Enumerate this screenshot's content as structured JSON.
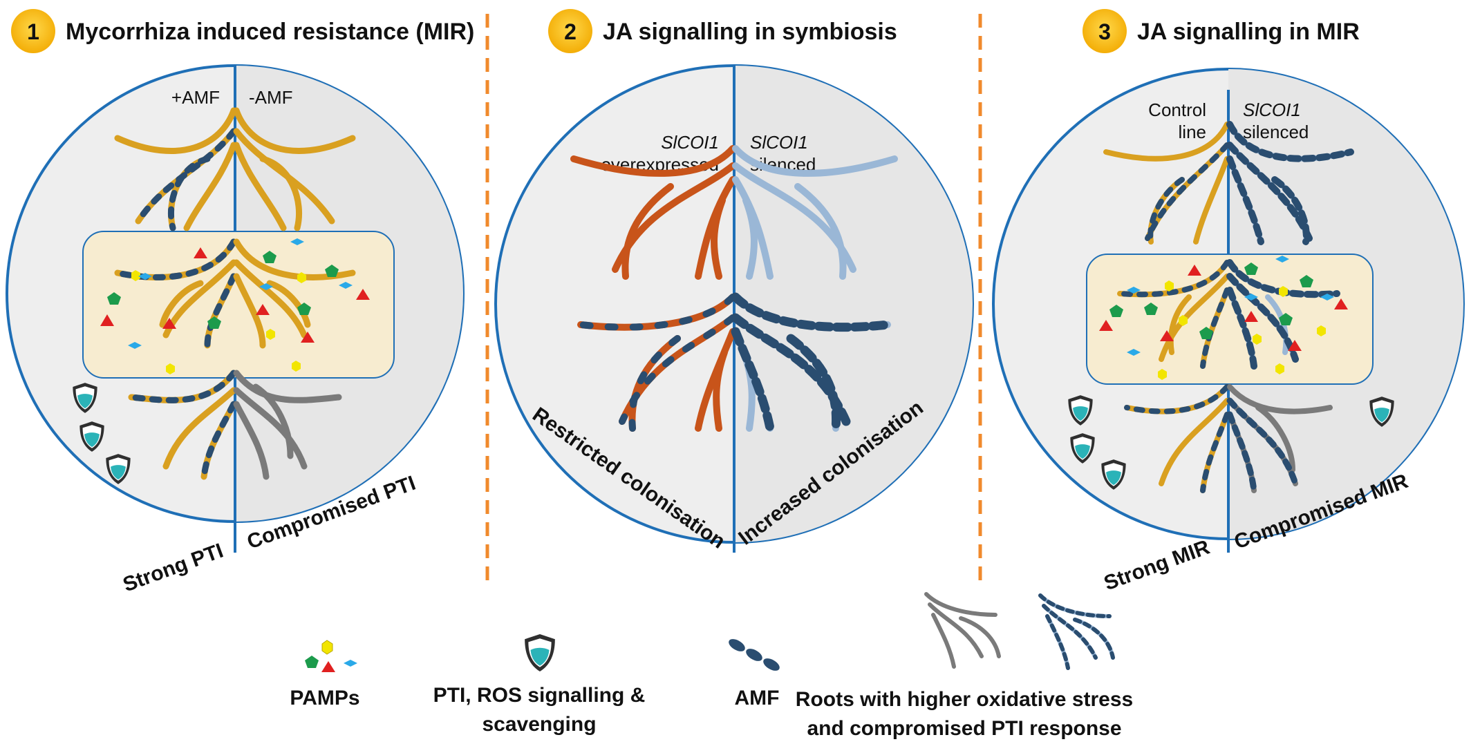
{
  "panels": [
    {
      "number": "1",
      "title": "Mycorrhiza induced resistance (MIR)",
      "left_label": "+AMF",
      "right_label": "-AMF",
      "bottom_left": "Strong PTI",
      "bottom_right": "Compromised PTI"
    },
    {
      "number": "2",
      "title": "JA signalling in symbiosis",
      "left_label_gene": "SlCOI1",
      "left_label_state": "overexpressed",
      "right_label_gene": "SlCOI1",
      "right_label_state": "silenced",
      "bottom_left": "Restricted colonisation",
      "bottom_right": "Increased colonisation"
    },
    {
      "number": "3",
      "title": "JA signalling in MIR",
      "left_label_line1": "Control",
      "left_label_line2": "line",
      "right_label_gene": "SlCOI1",
      "right_label_state": "silenced",
      "bottom_left": "Strong MIR",
      "bottom_right": "Compromised MIR"
    }
  ],
  "legend": {
    "pamps": "PAMPs",
    "pti_line1": "PTI, ROS signalling &",
    "pti_line2": "scavenging",
    "amf": "AMF",
    "roots_line1": "Roots with higher oxidative stress",
    "roots_line2": "and compromised PTI response"
  },
  "colors": {
    "badge": "#f5b800",
    "circle_border": "#1f6fb6",
    "divider": "#f08a2c",
    "root_gold": "#d9a020",
    "root_orange": "#c8541a",
    "root_lightblue": "#9ab7d6",
    "root_grey": "#7a7a7a",
    "amf": "#2a4d70",
    "soil": "#f7ecd0"
  }
}
